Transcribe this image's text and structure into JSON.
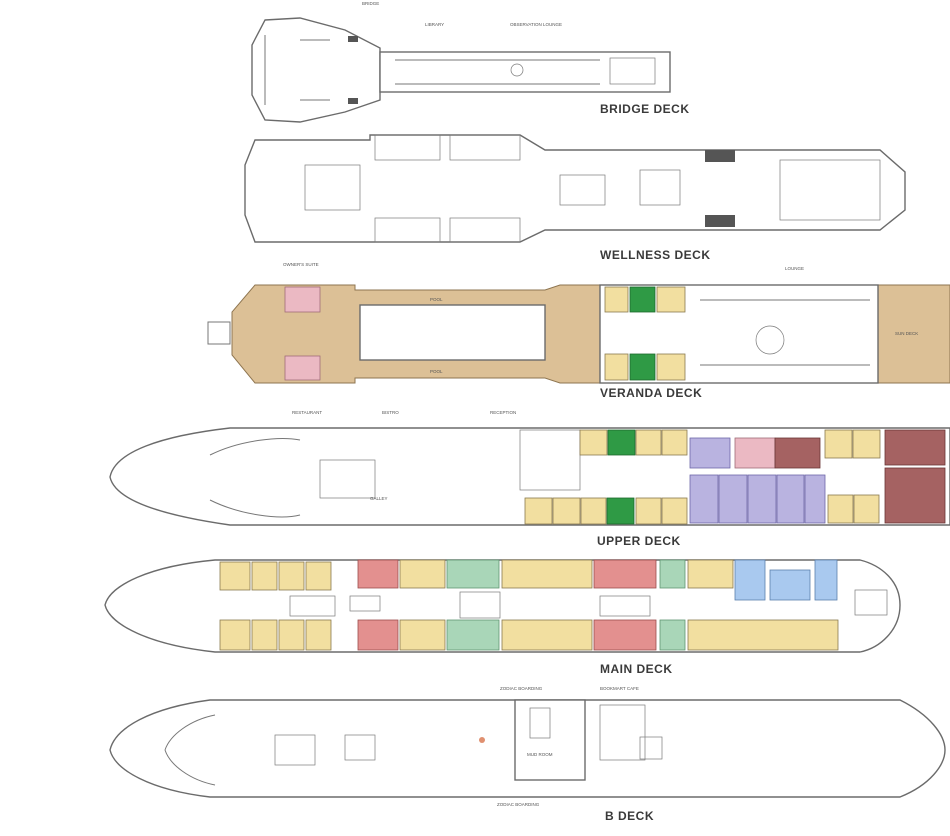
{
  "decks": [
    {
      "id": "bridge",
      "title": "BRIDGE DECK",
      "labels": [
        "BRIDGE",
        "LIBRARY",
        "OBSERVATION LOUNGE"
      ]
    },
    {
      "id": "wellness",
      "title": "WELLNESS DECK",
      "labels": []
    },
    {
      "id": "veranda",
      "title": "VERANDA DECK",
      "labels": [
        "OWNER'S SUITE",
        "LOUNGE",
        "POOL",
        "POOL",
        "SUN DECK"
      ]
    },
    {
      "id": "upper",
      "title": "UPPER DECK",
      "labels": [
        "RESTAURANT",
        "BISTRO",
        "RECEPTION",
        "GALLEY"
      ]
    },
    {
      "id": "main",
      "title": "MAIN DECK",
      "labels": []
    },
    {
      "id": "b",
      "title": "B DECK",
      "labels": [
        "ZODIAC BOARDING",
        "BOOKMART CAFE",
        "MUD ROOM",
        "ZODIAC BOARDING"
      ]
    }
  ],
  "colors": {
    "yellow_cabin": "#f2dfa0",
    "green_cabin": "#2f9a45",
    "lavender_cabin": "#b9b3e0",
    "red_cabin": "#e3908f",
    "mint_cabin": "#a9d6b8",
    "blue_cabin": "#a9c9ef",
    "pink_cabin": "#ebb9c3",
    "brown_cabin": "#a56262",
    "tan_deck": "#dcc096"
  }
}
